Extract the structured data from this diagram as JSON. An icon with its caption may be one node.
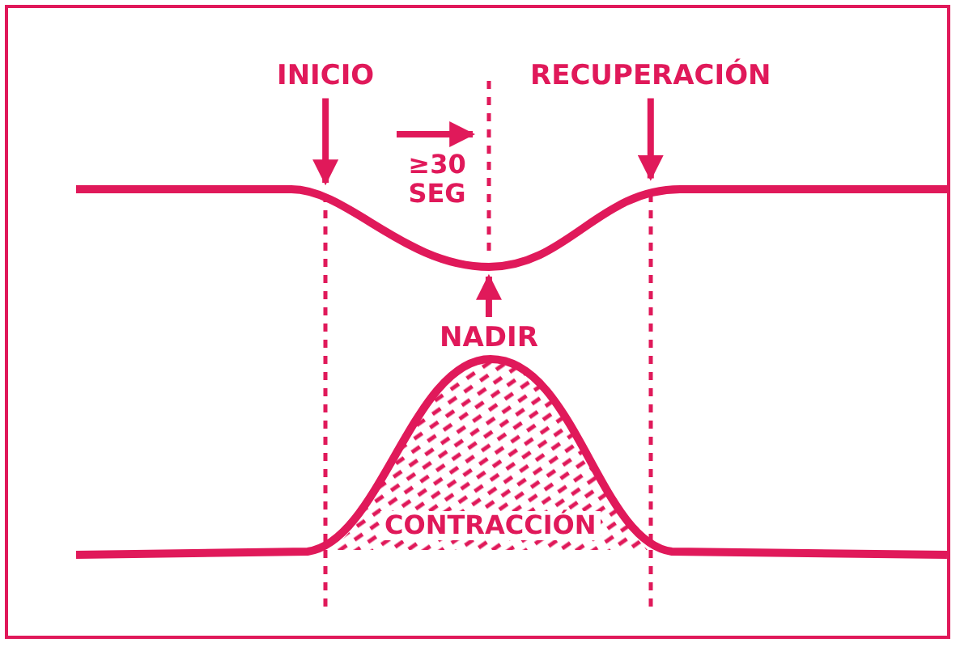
{
  "diagram": {
    "nodes": [
      {
        "text": [
          "INICIO"
        ]
      },
      {
        "text": [
          "RECUPERACIÓN"
        ]
      },
      {
        "text": [
          "NADIR"
        ]
      },
      {
        "text": [],
        "shape": "curve"
      }
    ],
    "edges": [
      {
        "from": 0,
        "to": 3,
        "arrow": "to"
      },
      {
        "from": 1,
        "to": 3,
        "arrow": "to"
      },
      {
        "from": 2,
        "to": 3,
        "arrow": "to"
      }
    ],
    "labels": [
      "≥30 SEG",
      "CONTRACCIÓN"
    ]
  }
}
